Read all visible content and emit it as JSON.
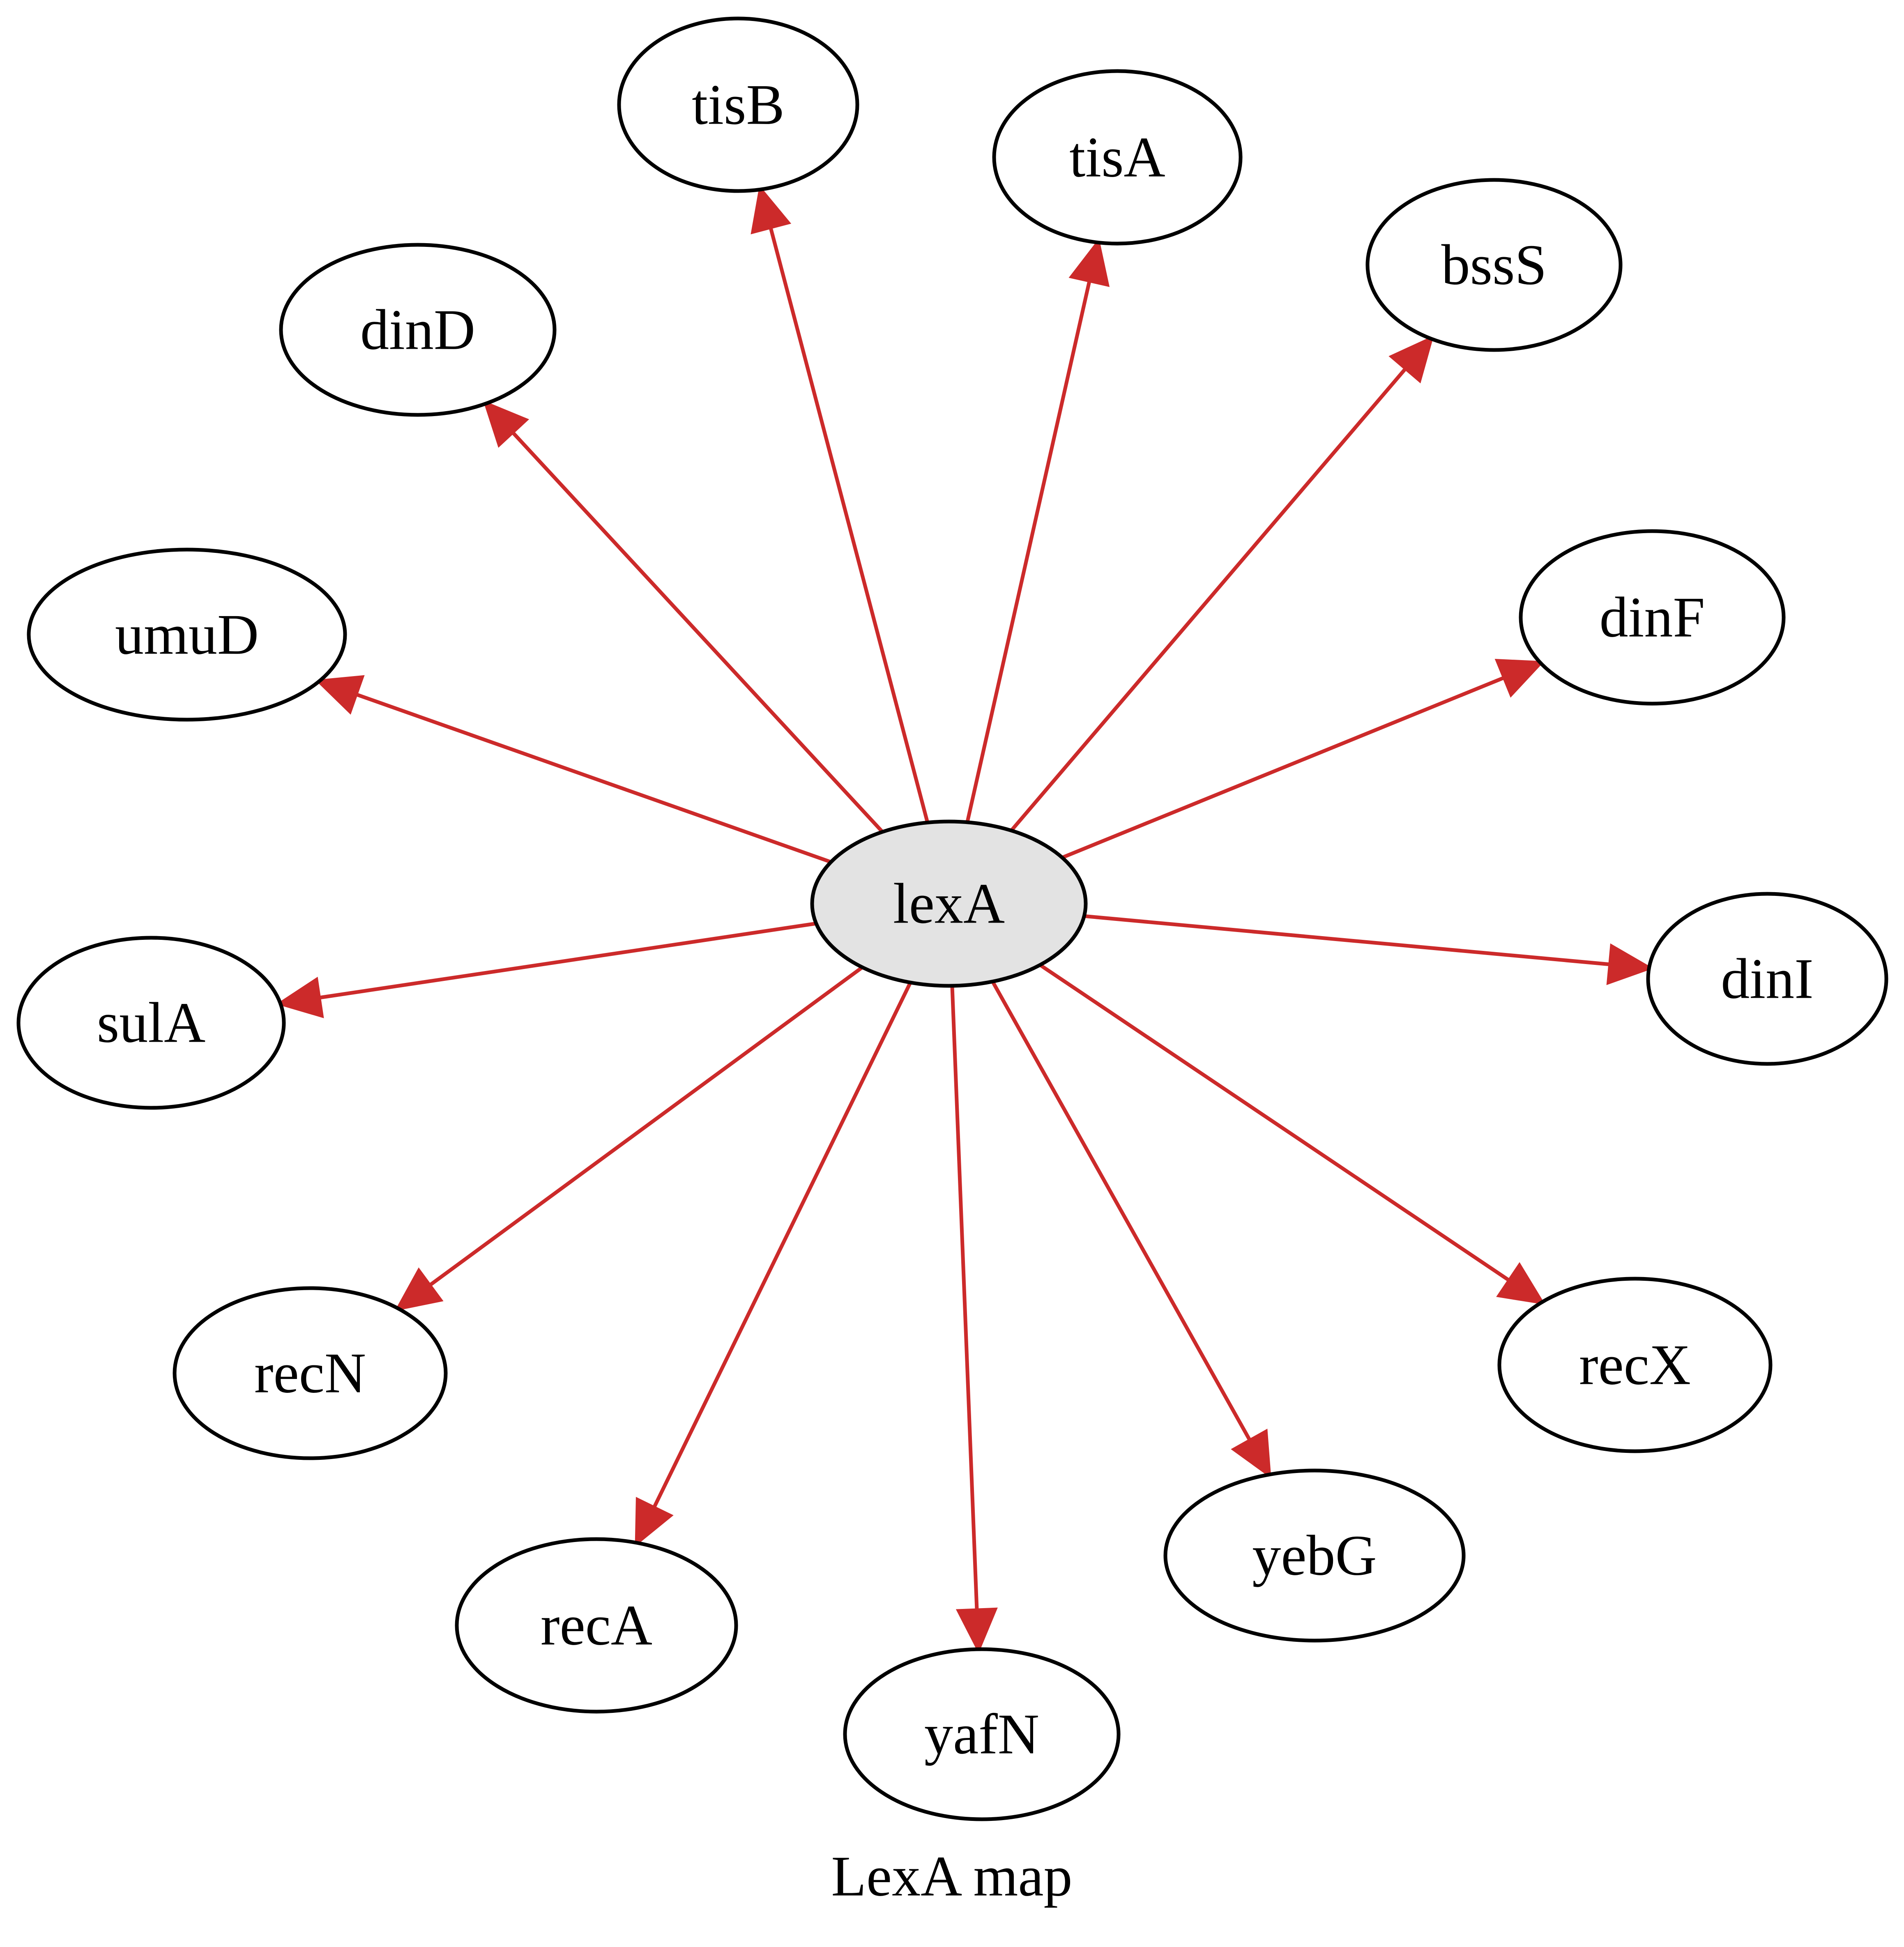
{
  "diagram": {
    "caption": "LexA map",
    "colors": {
      "edge": "#cc2a2a",
      "hub_fill": "#e3e3e3",
      "node_fill": "#ffffff",
      "node_stroke": "#000000"
    },
    "hub": {
      "id": "lexA",
      "label": "lexA"
    },
    "nodes": [
      {
        "id": "tisB",
        "label": "tisB"
      },
      {
        "id": "tisA",
        "label": "tisA"
      },
      {
        "id": "bssS",
        "label": "bssS"
      },
      {
        "id": "dinD",
        "label": "dinD"
      },
      {
        "id": "dinF",
        "label": "dinF"
      },
      {
        "id": "umuD",
        "label": "umuD"
      },
      {
        "id": "dinI",
        "label": "dinI"
      },
      {
        "id": "sulA",
        "label": "sulA"
      },
      {
        "id": "recN",
        "label": "recN"
      },
      {
        "id": "recX",
        "label": "recX"
      },
      {
        "id": "yebG",
        "label": "yebG"
      },
      {
        "id": "recA",
        "label": "recA"
      },
      {
        "id": "yafN",
        "label": "yafN"
      }
    ],
    "edges": [
      {
        "from": "lexA",
        "to": "tisB"
      },
      {
        "from": "lexA",
        "to": "tisA"
      },
      {
        "from": "lexA",
        "to": "bssS"
      },
      {
        "from": "lexA",
        "to": "dinD"
      },
      {
        "from": "lexA",
        "to": "dinF"
      },
      {
        "from": "lexA",
        "to": "umuD"
      },
      {
        "from": "lexA",
        "to": "dinI"
      },
      {
        "from": "lexA",
        "to": "sulA"
      },
      {
        "from": "lexA",
        "to": "recN"
      },
      {
        "from": "lexA",
        "to": "recX"
      },
      {
        "from": "lexA",
        "to": "yebG"
      },
      {
        "from": "lexA",
        "to": "recA"
      },
      {
        "from": "lexA",
        "to": "yafN"
      }
    ]
  }
}
